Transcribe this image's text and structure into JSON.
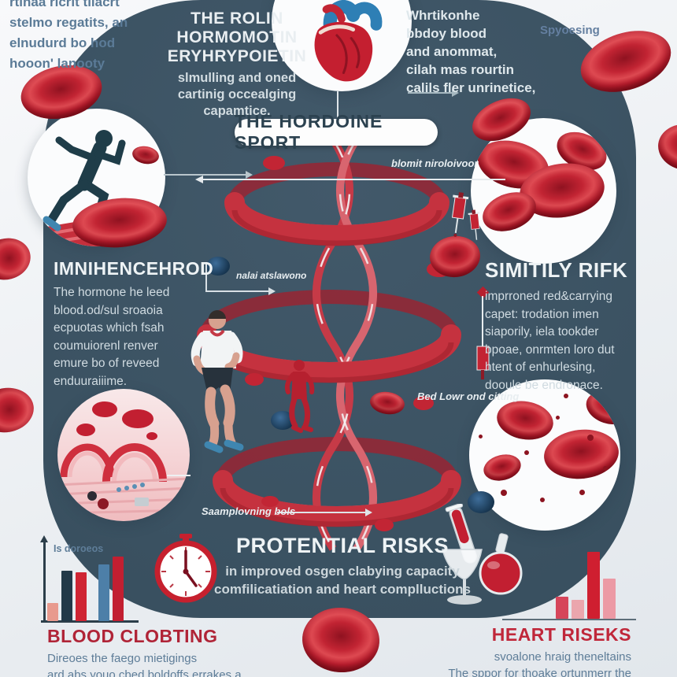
{
  "top_left_note": {
    "lines": [
      "rtlnaa rlcrit tilacrt",
      "stelmo regatits, an",
      "elnudurd bo hod",
      "hooon' lanooty"
    ]
  },
  "header": {
    "title_lines": [
      "THE ROLIN",
      "HORMOMOTIN",
      "ERYHRYPOIETIN"
    ],
    "subtitle_lines": [
      "slmulling and oned",
      "cartinig occealging",
      "capamtice."
    ]
  },
  "top_right_note": {
    "lines": [
      "Whrtikonhe",
      "bbdoy blood",
      "and anommat,",
      "cilah mas rourtin",
      "calils fler unrinetice,"
    ]
  },
  "floating_label": "Spyoesing",
  "banner": {
    "label": "THE HORDOINE SPORT"
  },
  "labels": {
    "blood_flow": "blomit niroloivoor",
    "mid_left": "nalai atslawono",
    "bed_low": "Bed Lowr ond citting",
    "sampling": "Saamplovning bols"
  },
  "left_section": {
    "heading": "IMNIHENCEHROD",
    "body_lines": [
      "The hormone he leed",
      "blood.od/sul sroaoia",
      "ecpuotas which fsah",
      "coumuiorenl renver",
      "emure bo of reveed",
      "enduuraiiime."
    ]
  },
  "right_section": {
    "heading": "SIMITILY RIFK",
    "body_lines": [
      "imprroned red&carrying",
      "capet: trodation imen",
      "siaporily, iela tookder",
      "bpoae, onrmten loro dut",
      "htent of enhurlesing,",
      "dooule be endronace."
    ]
  },
  "risks_section": {
    "heading": "PROTENTIAL RISKS",
    "body_lines": [
      "in improved osgen clabying capacity",
      "comfilicatiation and heart complluctions"
    ]
  },
  "blood_clotting": {
    "heading": "BLOOD CLOBTING",
    "body_lines": [
      "Direoes the faego mietigings",
      "ard abs youo cbed boldoffs errakes a"
    ]
  },
  "heart_risks": {
    "heading": "HEART RISEKS",
    "body_lines": [
      "svoalone hraig theneltains",
      "The sppor for thoake ortunmerr the"
    ]
  },
  "chart_data": [
    {
      "type": "bar",
      "title": "BLOOD CLOBTING",
      "annotation": "Is doroeos",
      "values_relative_pct": [
        28,
        78,
        76,
        88,
        100
      ],
      "colors": [
        "#e89a8e",
        "#223948",
        "#cf2533",
        "#4d7fa8",
        "#c21f31"
      ]
    },
    {
      "type": "bar",
      "title": "HEART RISEKS",
      "values_relative_pct": [
        33,
        28,
        100,
        60
      ],
      "colors": [
        "#d6455a",
        "#eba6ad",
        "#cf1f30",
        "#ec9aa5"
      ]
    }
  ]
}
